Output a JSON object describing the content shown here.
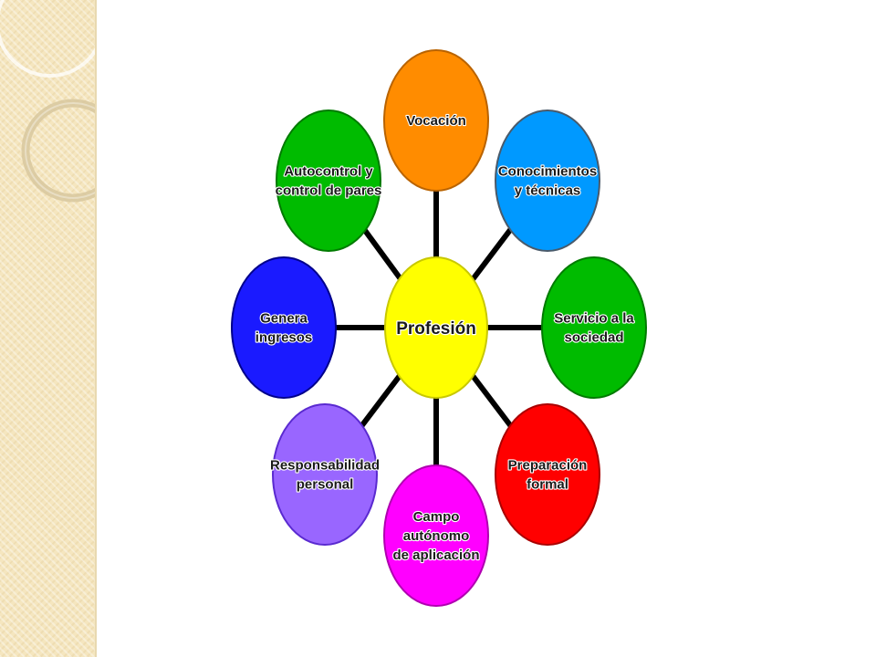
{
  "center": {
    "label": "Profesión",
    "fill": "#ffff00",
    "stroke": "#c8c800"
  },
  "nodes": [
    {
      "id": "vocacion",
      "lines": [
        "Vocación"
      ],
      "fill": "#ff8c00",
      "stroke": "#b96300"
    },
    {
      "id": "conocimientos",
      "lines": [
        "Conocimientos",
        "y técnicas"
      ],
      "fill": "#0099ff",
      "stroke": "#4a5a6a"
    },
    {
      "id": "servicio",
      "lines": [
        "Servicio a la",
        "sociedad"
      ],
      "fill": "#00bb00",
      "stroke": "#007a00"
    },
    {
      "id": "preparacion",
      "lines": [
        "Preparación",
        "formal"
      ],
      "fill": "#ff0000",
      "stroke": "#aa0000"
    },
    {
      "id": "campo",
      "lines": [
        "Campo",
        "autónomo",
        "de aplicación"
      ],
      "fill": "#ff00ff",
      "stroke": "#b000b0"
    },
    {
      "id": "responsabilidad",
      "lines": [
        "Responsabilidad",
        "personal"
      ],
      "fill": "#9966ff",
      "stroke": "#5a2ad0"
    },
    {
      "id": "ingresos",
      "lines": [
        "Genera",
        "ingresos"
      ],
      "fill": "#1a1aff",
      "stroke": "#00008b"
    },
    {
      "id": "autocontrol",
      "lines": [
        "Autocontrol y",
        "control de pares"
      ],
      "fill": "#00bb00",
      "stroke": "#007a00"
    }
  ],
  "connector_color": "#000000"
}
